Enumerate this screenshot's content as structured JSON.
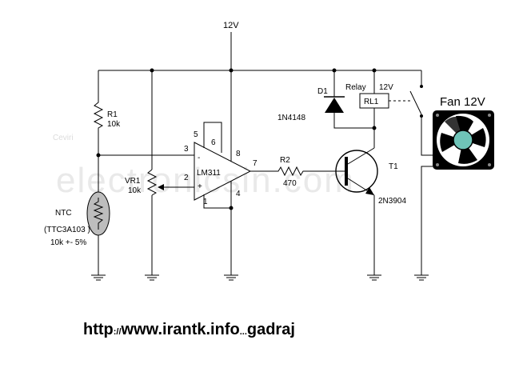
{
  "supply_label": "12V",
  "components": {
    "r1": {
      "ref": "R1",
      "value": "10k"
    },
    "vr1": {
      "ref": "VR1",
      "value": "10k"
    },
    "ntc": {
      "name": "NTC",
      "part": "(TTC3A103 )",
      "spec": "10k +- 5%"
    },
    "opamp": {
      "part": "LM311",
      "pin2": "2",
      "pin3": "3",
      "pin4": "4",
      "pin5": "5",
      "pin6": "6",
      "pin7": "7",
      "pin8": "8",
      "pin1": "1",
      "minus": "-",
      "plus": "+"
    },
    "r2": {
      "ref": "R2",
      "value": "470"
    },
    "d1": {
      "ref": "D1",
      "part": "1N4148"
    },
    "relay": {
      "label": "Relay",
      "ref": "RL1",
      "voltage": "12V"
    },
    "t1": {
      "ref": "T1",
      "part": "2N3904"
    },
    "fan": {
      "label": "Fan 12V"
    }
  },
  "watermark": {
    "main": "electronicsin.com",
    "small": "Ceviri"
  },
  "footer": {
    "prefix": "http",
    "sep": "://",
    "mid": "www.irantk.info",
    "dots": "...",
    "suffix": "gadraj"
  },
  "colors": {
    "wire": "#000000",
    "ntc_fill": "#bdbdbd",
    "fan_frame": "#000000",
    "fan_hub": "#6fc4b8",
    "watermark": "#e9e9e9"
  }
}
